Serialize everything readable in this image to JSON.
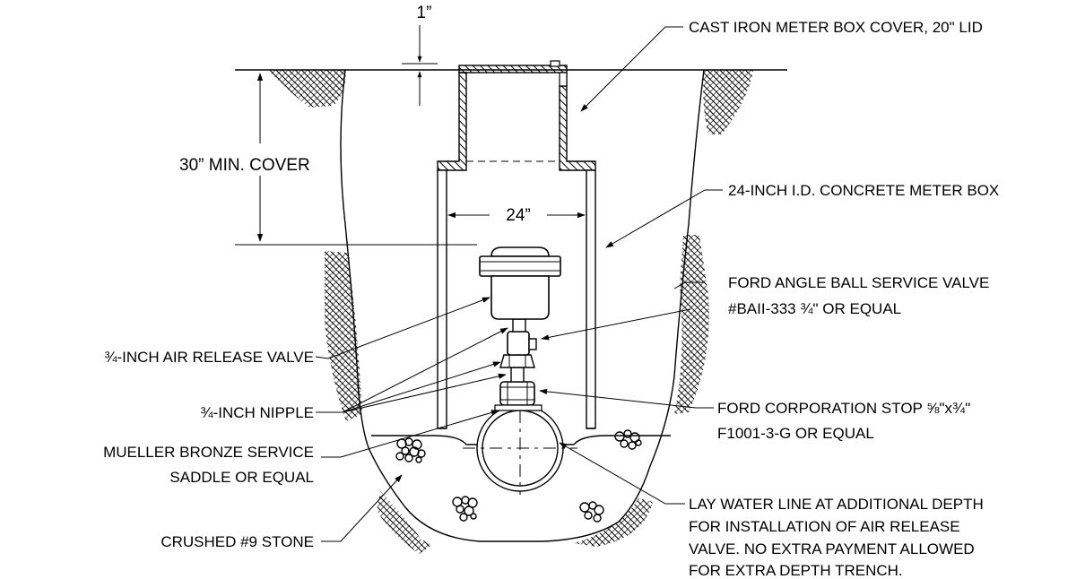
{
  "dimensions": {
    "lid_offset": "1”",
    "min_cover": "30”  MIN.  COVER",
    "box_id": "24”"
  },
  "callouts": {
    "lid": "CAST IRON METER BOX COVER, 20\" LID",
    "meter_box": "24-INCH I.D. CONCRETE METER BOX",
    "angle_valve_1": "FORD ANGLE BALL SERVICE VALVE",
    "angle_valve_2": "#BAII-333 ¾\" OR EQUAL",
    "air_valve": "¾-INCH AIR RELEASE VALVE",
    "nipple": "¾-INCH NIPPLE",
    "corp_stop_1": "FORD CORPORATION STOP ⅝\"x¾\"",
    "corp_stop_2": "F1001-3-G OR EQUAL",
    "saddle_1": "MUELLER BRONZE SERVICE",
    "saddle_2": "SADDLE OR EQUAL",
    "stone": "CRUSHED #9 STONE",
    "water_line_1": "LAY WATER LINE AT ADDITIONAL DEPTH",
    "water_line_2": "FOR INSTALLATION OF AIR RELEASE",
    "water_line_3": "VALVE.  NO EXTRA PAYMENT ALLOWED",
    "water_line_4": "FOR EXTRA DEPTH TRENCH."
  },
  "colors": {
    "ink": "#000000",
    "background": "#ffffff"
  }
}
